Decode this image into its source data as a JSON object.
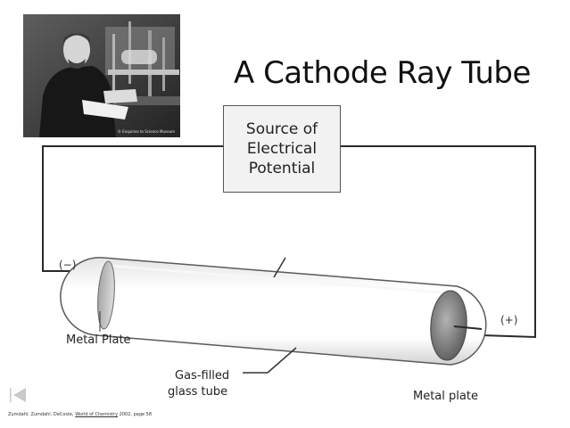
{
  "title": "A Cathode Ray Tube",
  "source_box": {
    "line1": "Source of",
    "line2": "Electrical",
    "line3": "Potential"
  },
  "labels": {
    "negative_terminal": "(−)",
    "positive_terminal": "(+)",
    "metal_plate_left": "Metal Plate",
    "metal_plate_right": "Metal plate",
    "glass_tube_line1": "Gas-filled",
    "glass_tube_line2": "glass tube"
  },
  "photo": {
    "credit": "© Enquiries to Science Museum"
  },
  "citation": {
    "authors": "Zumdahl, Zumdahl, DeCoste,",
    "book": "World of Chemistry",
    "details": "2002, page 58"
  },
  "colors": {
    "wire": "#2a2a2a",
    "box_fill": "#f2f2f2",
    "tube_edge": "#555555",
    "plate": "#7a7a7a"
  }
}
